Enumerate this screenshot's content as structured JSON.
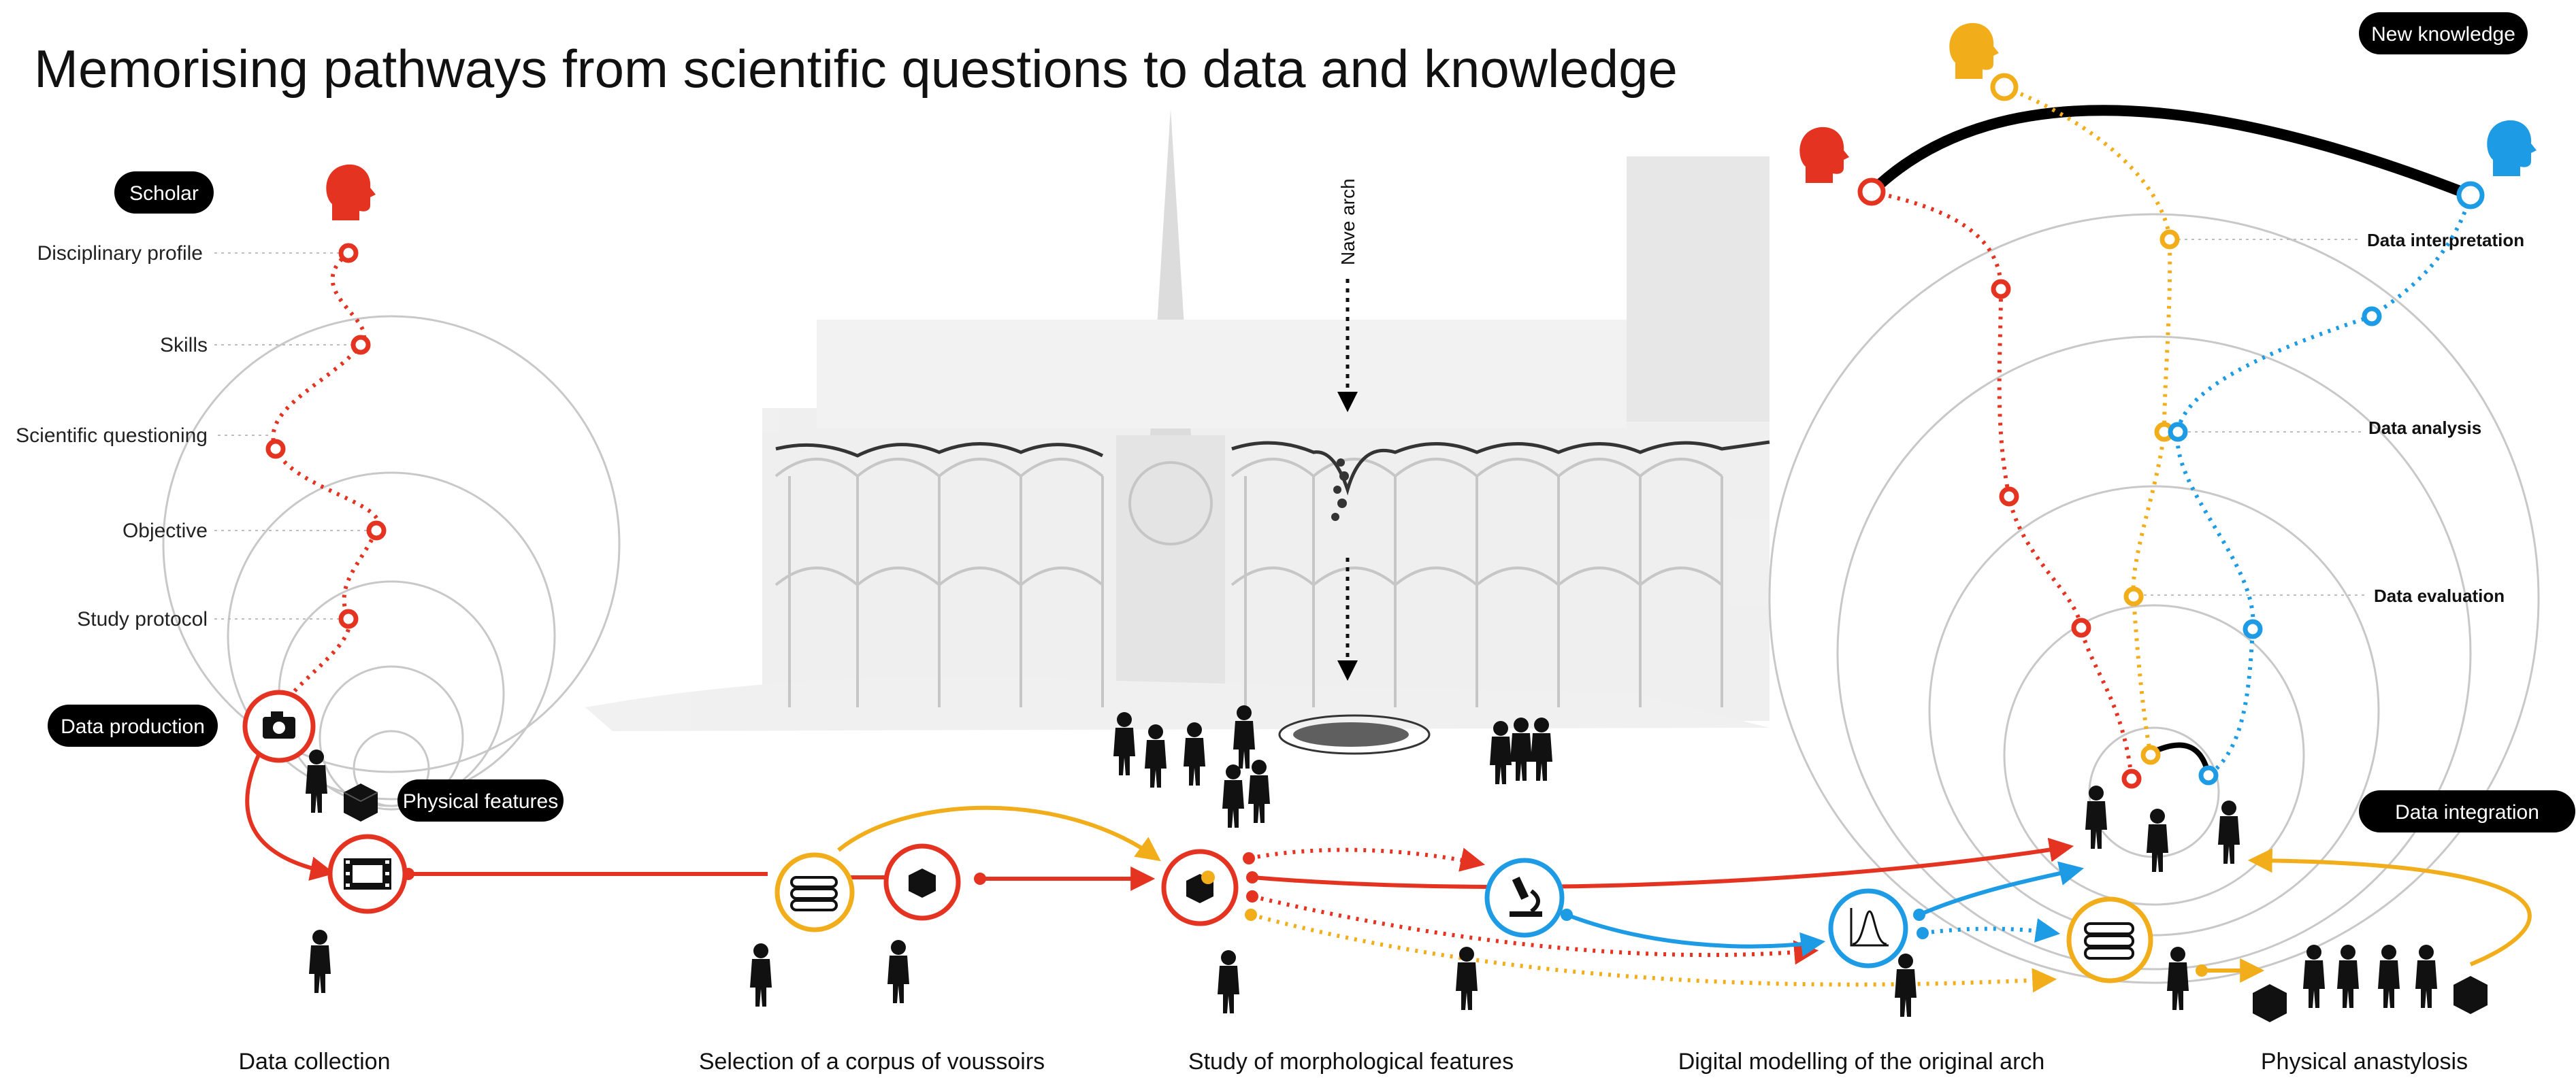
{
  "title": "Memorising pathways from scientific questions to data and knowledge",
  "left_labels": {
    "scholar": "Scholar",
    "disciplinary_profile": "Disciplinary profile",
    "skills": "Skills",
    "scientific_questioning": "Scientific questioning",
    "objective": "Objective",
    "study_protocol": "Study protocol",
    "data_production": "Data production",
    "physical_features": "Physical features"
  },
  "center_labels": {
    "nave_arch": "Nave arch"
  },
  "right_labels": {
    "new_knowledge": "New knowledge",
    "data_interpretation": "Data interpretation",
    "data_analysis": "Data analysis",
    "data_evaluation": "Data evaluation",
    "data_integration": "Data integration"
  },
  "stages": [
    "Data collection",
    "Selection of a corpus of voussoirs",
    "Study of morphological features",
    "Digital modelling of the original arch",
    "Physical anastylosis"
  ],
  "colors": {
    "red": "#e53322",
    "orange": "#f2ad1b",
    "blue": "#1d9be4",
    "black": "#000000",
    "grey": "#c8c8c8"
  },
  "icons": {
    "head": "head-icon",
    "camera": "camera-icon",
    "film": "film-icon",
    "cube": "cube-icon",
    "books": "books-icon",
    "microscope": "microscope-icon",
    "graph": "graph-icon",
    "person": "person-icon"
  }
}
